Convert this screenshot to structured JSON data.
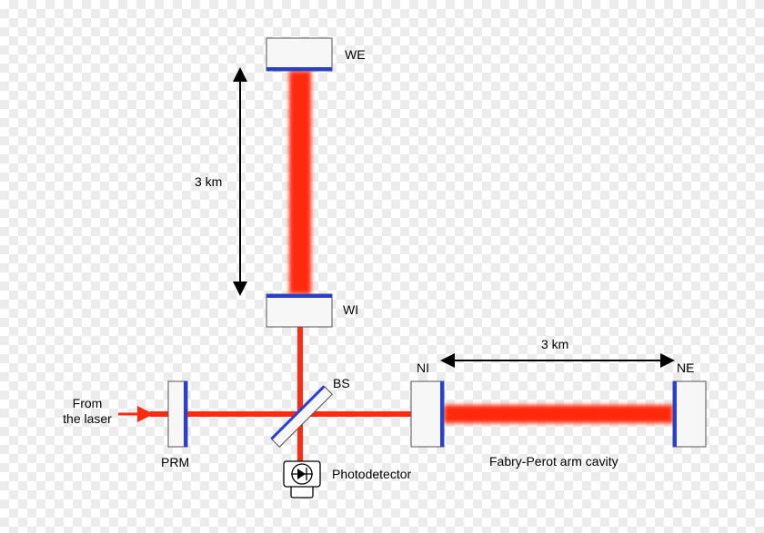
{
  "labels": {
    "we": "WE",
    "wi": "WI",
    "ni": "NI",
    "ne": "NE",
    "bs": "BS",
    "prm": "PRM",
    "photodetector": "Photodetector",
    "from_laser_line1": "From",
    "from_laser_line2": "the laser",
    "west_arm_length": "3 km",
    "north_arm_length": "3 km",
    "cavity": "Fabry-Perot arm cavity"
  },
  "colors": {
    "beam": "#ff2a10",
    "mirror_coating": "#2a3fd0",
    "mirror_body": "#f7f7f7",
    "outline": "#555555",
    "arrow": "#000000"
  }
}
